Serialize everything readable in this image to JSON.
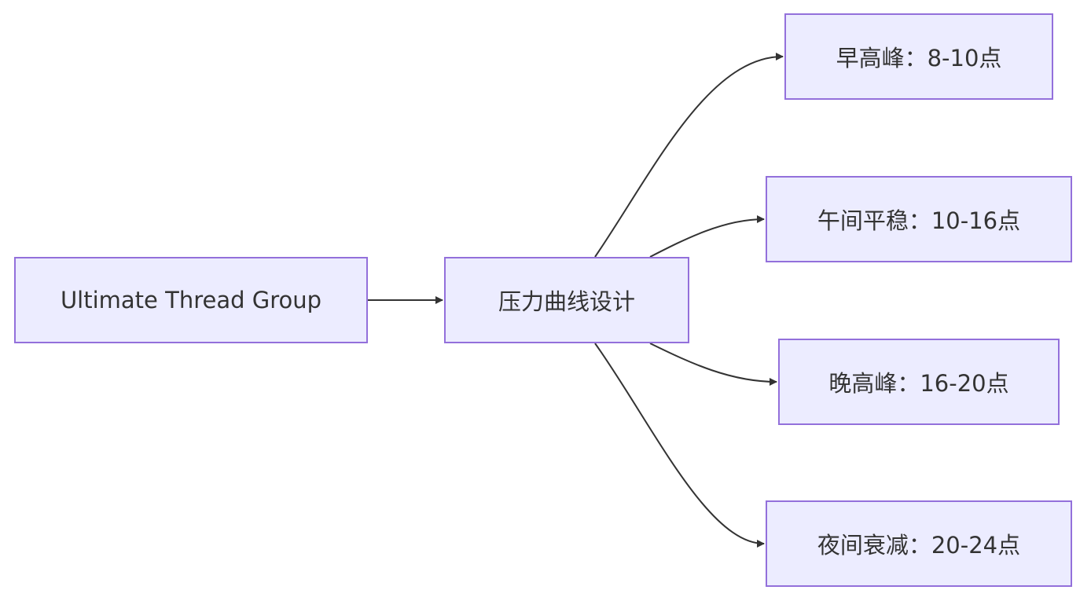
{
  "colors": {
    "node_fill": "#ECECFF",
    "node_stroke": "#9370DB",
    "edge": "#333333",
    "text": "#333333"
  },
  "nodes": {
    "source": {
      "label": "Ultimate Thread Group"
    },
    "center": {
      "label": "压力曲线设计"
    },
    "targets": [
      {
        "label": "早高峰：8-10点"
      },
      {
        "label": "午间平稳：10-16点"
      },
      {
        "label": "晚高峰：16-20点"
      },
      {
        "label": "夜间衰减：20-24点"
      }
    ]
  },
  "edges": [
    {
      "from": "Ultimate Thread Group",
      "to": "压力曲线设计"
    },
    {
      "from": "压力曲线设计",
      "to": "早高峰：8-10点"
    },
    {
      "from": "压力曲线设计",
      "to": "午间平稳：10-16点"
    },
    {
      "from": "压力曲线设计",
      "to": "晚高峰：16-20点"
    },
    {
      "from": "压力曲线设计",
      "to": "夜间衰减：20-24点"
    }
  ]
}
